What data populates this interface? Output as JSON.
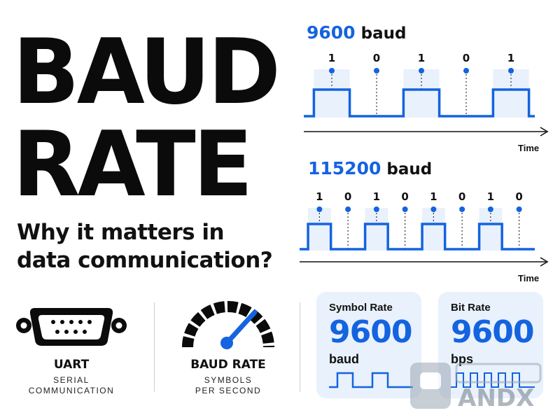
{
  "title": {
    "line1": "BAUD",
    "line2": "RATE"
  },
  "subtitle": {
    "line1": "Why it matters in",
    "line2": "data communication?"
  },
  "waveforms": [
    {
      "rate_number": "9600",
      "rate_unit": "baud",
      "bits": [
        "1",
        "0",
        "1",
        "0",
        "1"
      ],
      "axis_label": "Time"
    },
    {
      "rate_number": "115200",
      "rate_unit": "baud",
      "bits": [
        "1",
        "0",
        "1",
        "0",
        "1",
        "0",
        "1",
        "0"
      ],
      "axis_label": "Time"
    }
  ],
  "icons": [
    {
      "icon": "serial-port-icon",
      "label": "UART",
      "sub1": "SERIAL",
      "sub2": "COMMUNICATION"
    },
    {
      "icon": "speedometer-icon",
      "label": "BAUD RATE",
      "sub1": "SYMBOLS",
      "sub2": "PER SECOND"
    }
  ],
  "cards": [
    {
      "label": "Symbol Rate",
      "value": "9600",
      "unit": "baud"
    },
    {
      "label": "Bit Rate",
      "value": "9600",
      "unit": "bps"
    }
  ],
  "watermark": {
    "text": "ANDX"
  },
  "colors": {
    "accent": "#1463e0",
    "highlight": "#e8f1fc",
    "text": "#111111"
  }
}
